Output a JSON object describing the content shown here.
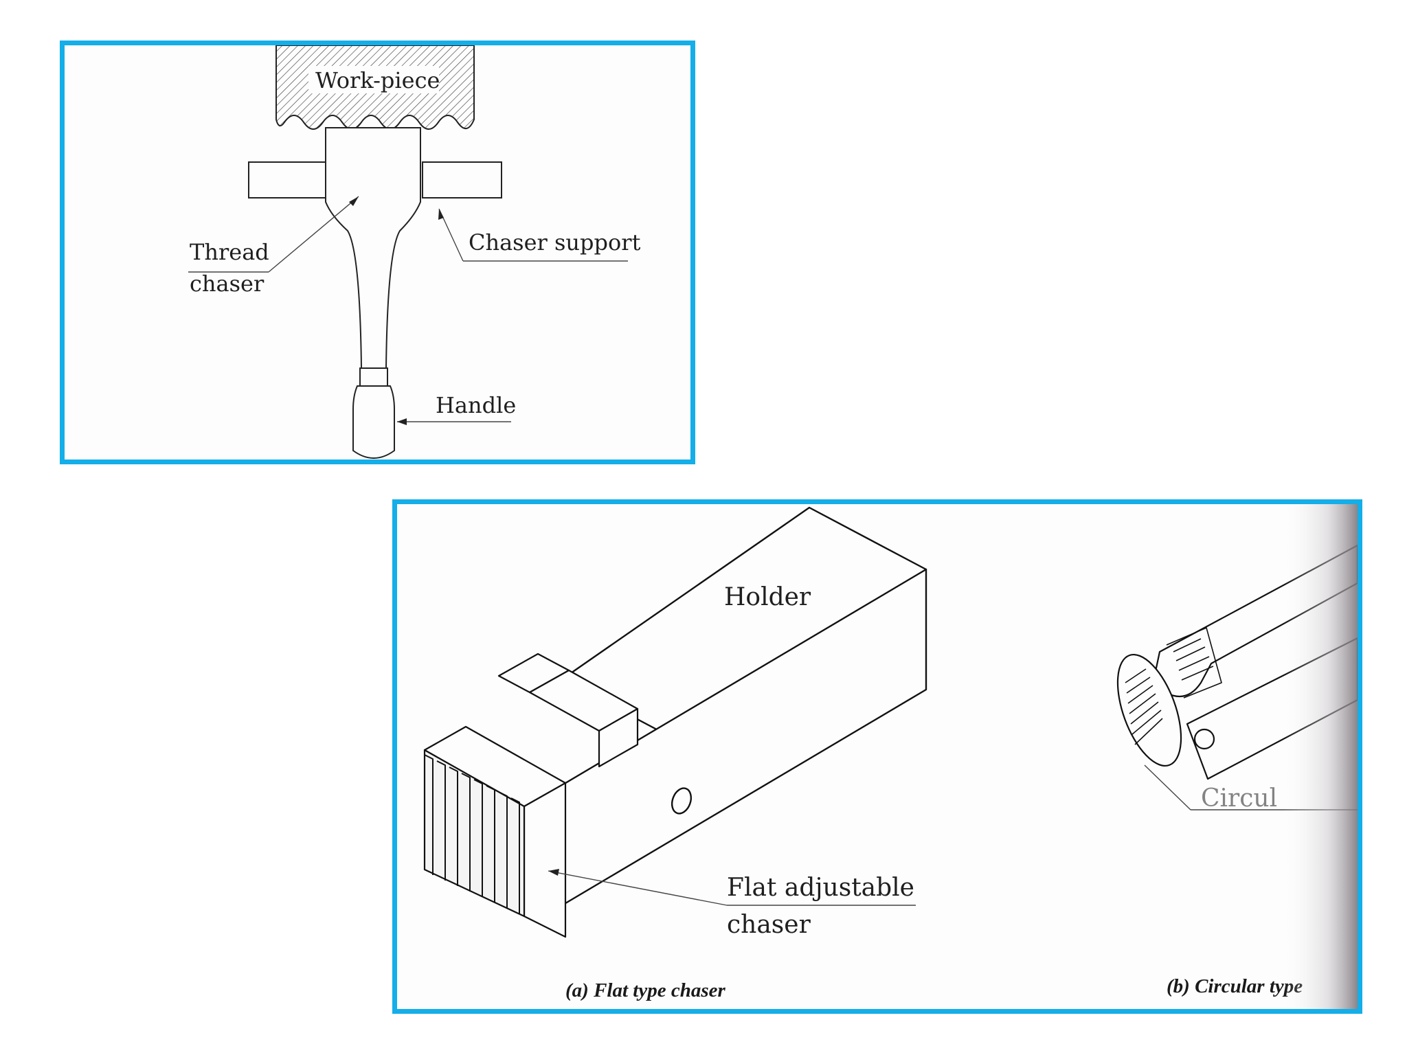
{
  "colors": {
    "frame": "#14aee8",
    "ink": "#1f1f1f",
    "paper": "#fdfdfd"
  },
  "top_figure": {
    "labels": {
      "workpiece": "Work-piece",
      "thread_chaser_line1": "Thread",
      "thread_chaser_line2": "chaser",
      "chaser_support": "Chaser support",
      "handle": "Handle"
    }
  },
  "bottom_figure": {
    "labels": {
      "holder": "Holder",
      "flat_chaser_line1": "Flat adjustable",
      "flat_chaser_line2": "chaser",
      "circular_partial": "Circul"
    },
    "captions": {
      "a": "(a) Flat type chaser",
      "b": "(b) Circular type"
    }
  }
}
